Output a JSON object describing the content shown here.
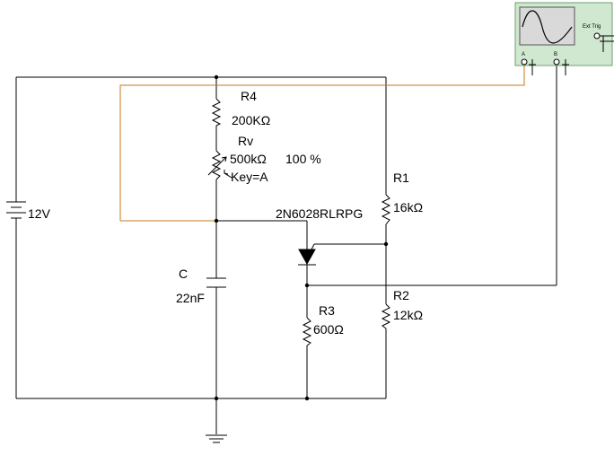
{
  "components": {
    "battery": {
      "value": "12V"
    },
    "r4": {
      "name": "R4",
      "value": "200KΩ"
    },
    "rv": {
      "name": "Rv",
      "value": "500kΩ",
      "percent": "100 %",
      "key": "Key=A"
    },
    "r1": {
      "name": "R1",
      "value": "16kΩ"
    },
    "r2": {
      "name": "R2",
      "value": "12kΩ"
    },
    "r3": {
      "name": "R3",
      "value": "600Ω"
    },
    "capacitor": {
      "name": "C",
      "value": "22nF"
    },
    "put": {
      "part": "2N6028RLRPG"
    }
  },
  "oscilloscope": {
    "ext_trig": "Ext Trig",
    "channel_a": "A",
    "channel_b": "B",
    "colors": {
      "body": "#cfe8cf",
      "probe_a_wire": "#c47a1a"
    }
  }
}
